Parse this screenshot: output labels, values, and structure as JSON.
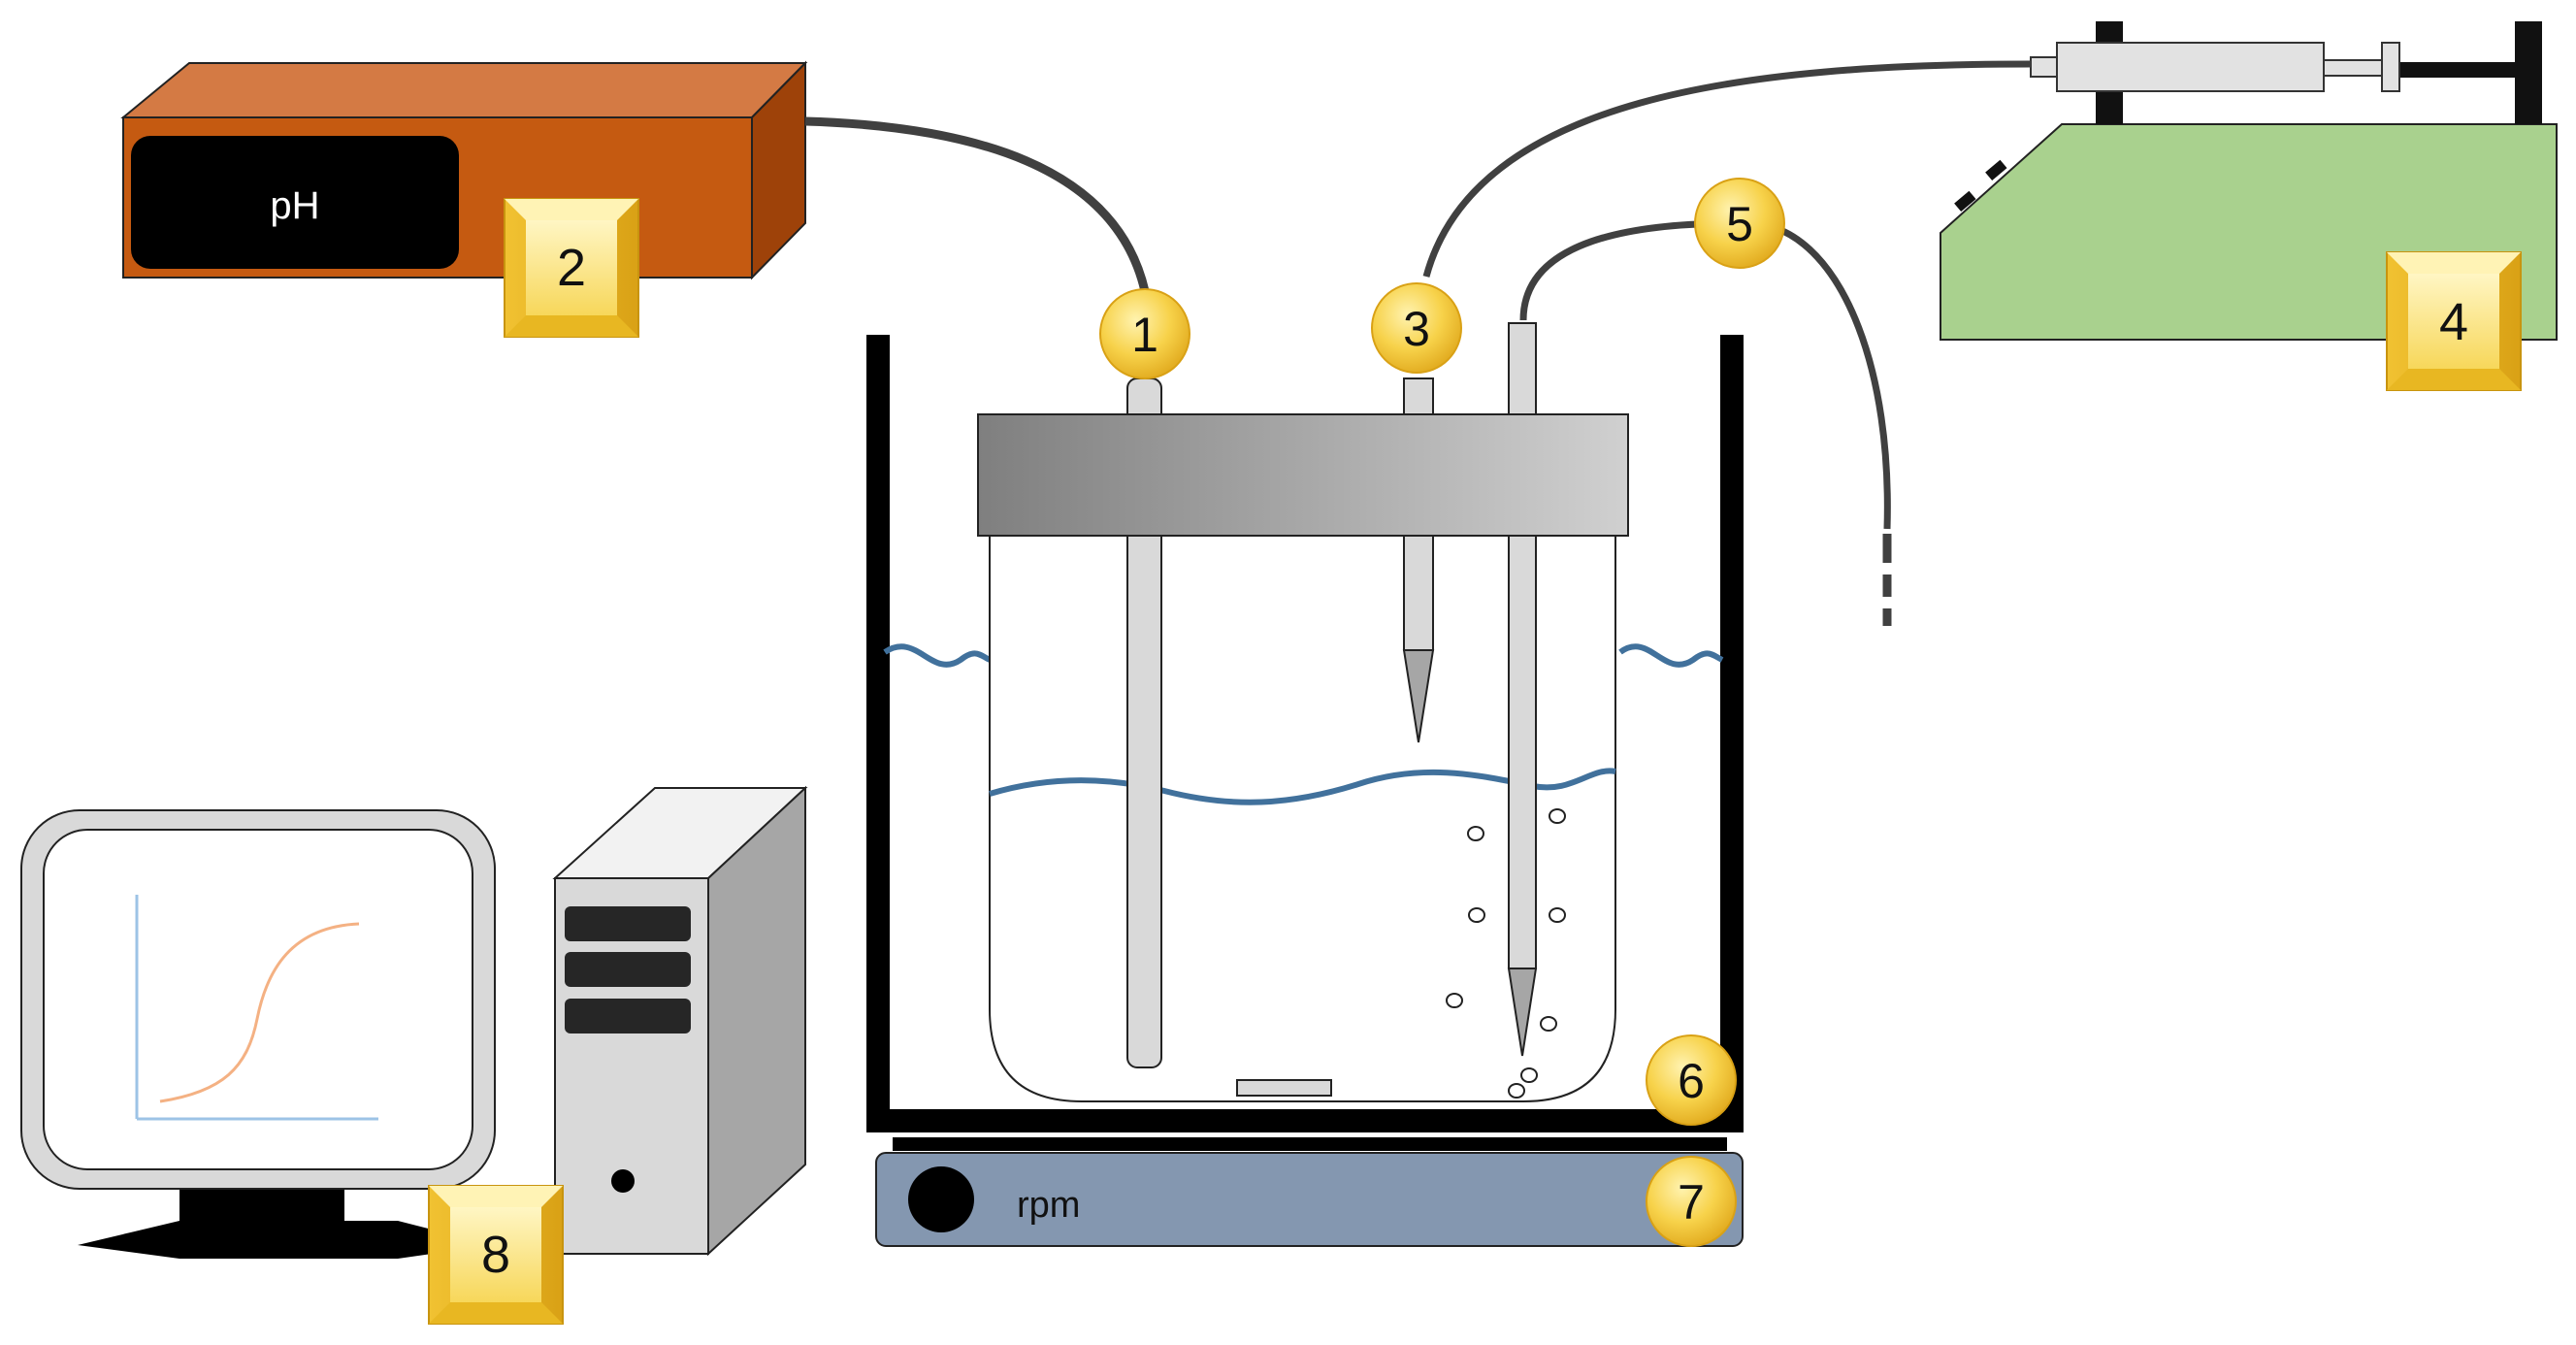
{
  "ph_meter": {
    "display_label": "pH"
  },
  "stirrer": {
    "label": "rpm"
  },
  "callouts": {
    "electrode": "1",
    "ph_meter": "2",
    "titrant_tip": "3",
    "syringe_pump": "4",
    "gas_line": "5",
    "water_bath": "6",
    "magnetic_stirrer": "7",
    "computer": "8"
  },
  "colors": {
    "ph_meter_front": "#c55a11",
    "ph_meter_top": "#d47a44",
    "ph_meter_side": "#9e4209",
    "pump_body": "#a9d18e",
    "stirrer_body": "#8497b0",
    "water_line": "#41719c",
    "curve": "#f4b183",
    "axis": "#9dc3e6",
    "callout_gold": "#f5cc3a"
  },
  "icons": {
    "ph_meter": "ph-meter-icon",
    "syringe_pump": "syringe-pump-icon",
    "reaction_vessel": "beaker-icon",
    "computer": "desktop-computer-icon"
  }
}
